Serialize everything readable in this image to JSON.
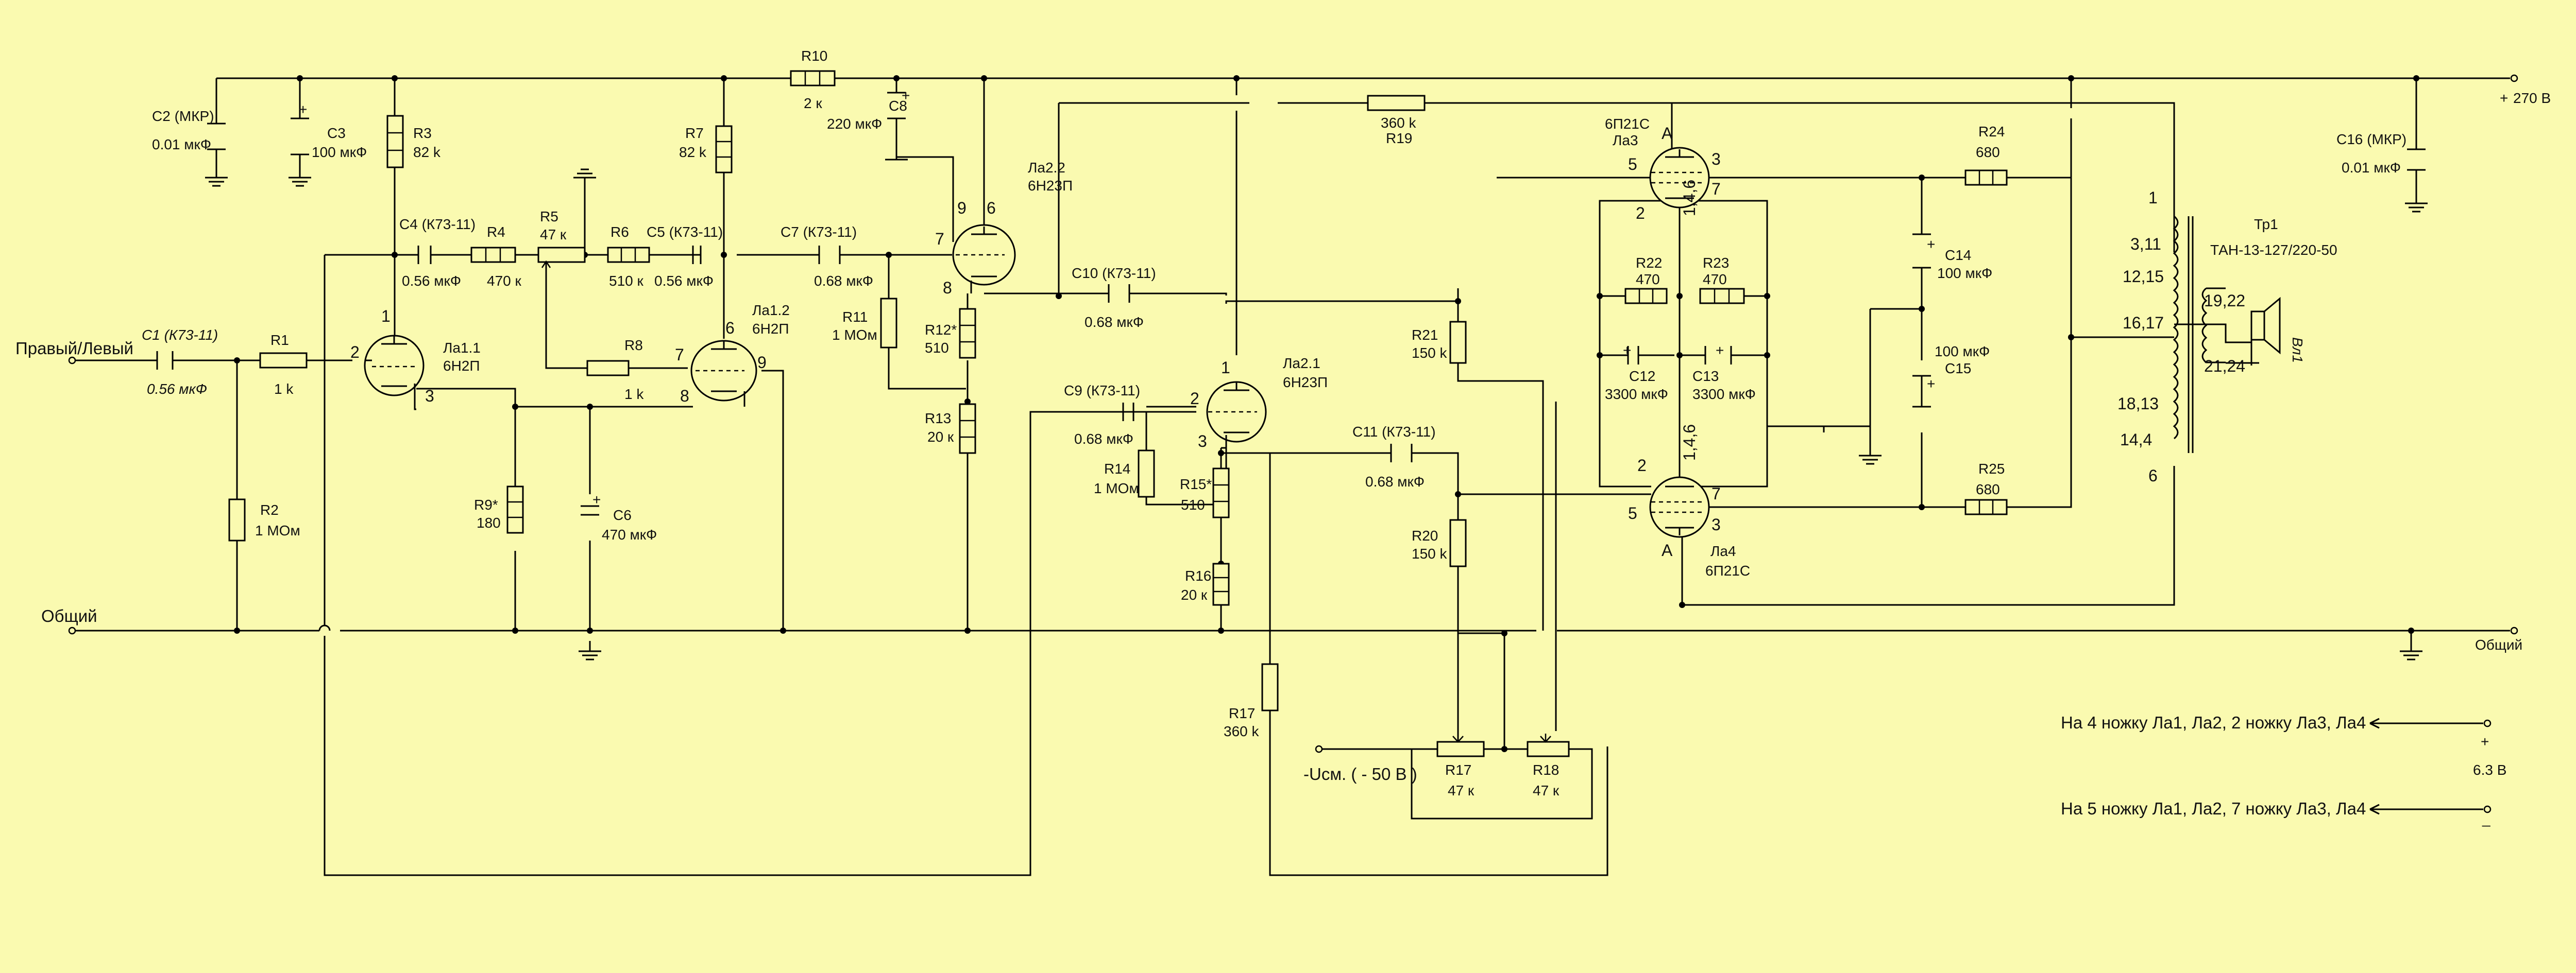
{
  "labels": {
    "input": "Правый/Левый",
    "common_left": "Общий",
    "common_right": "Общий",
    "supply": "270 В",
    "supply_sign": "+",
    "bias": "-Uсм. ( - 50 В )",
    "heater_plus_text": "На 4 ножку Ла1, Ла2, 2 ножку Ла3, Ла4",
    "heater_minus_text": "На 5 ножку Ла1, Ла2, 7 ножку Ла3, Ла4",
    "heater_voltage": "6.3 В",
    "heater_plus_sign": "+",
    "heater_minus_sign": "_"
  },
  "components": {
    "C1": {
      "ref": "C1 (К73-11)",
      "value": "0.56 мкФ"
    },
    "R1": {
      "ref": "R1",
      "value": "1 k"
    },
    "R2": {
      "ref": "R2",
      "value": "1 МОм"
    },
    "C2": {
      "ref": "C2 (МКР)",
      "value": "0.01 мкФ"
    },
    "C3": {
      "ref": "C3",
      "value": "100 мкФ",
      "pol": "+"
    },
    "R3": {
      "ref": "R3",
      "value": "82 k"
    },
    "C4": {
      "ref": "C4 (К73-11)",
      "value": "0.56 мкФ"
    },
    "R4": {
      "ref": "R4",
      "value": "470 к"
    },
    "R5": {
      "ref": "R5",
      "value": "47 к"
    },
    "R6": {
      "ref": "R6",
      "value": "510 к"
    },
    "C5": {
      "ref": "C5 (К73-11)",
      "value": "0.56 мкФ"
    },
    "R7": {
      "ref": "R7",
      "value": "82 k"
    },
    "R8": {
      "ref": "R8",
      "value": "1 k"
    },
    "R9": {
      "ref": "R9*",
      "value": "180"
    },
    "C6": {
      "ref": "C6",
      "value": "470 мкФ",
      "pol": "+"
    },
    "R10": {
      "ref": "R10",
      "value": "2 к"
    },
    "C8": {
      "ref": "C8",
      "value": "220 мкФ",
      "pol": "+"
    },
    "C7": {
      "ref": "C7 (К73-11)",
      "value": "0.68 мкФ"
    },
    "R11": {
      "ref": "R11",
      "value": "1 МОм"
    },
    "R12": {
      "ref": "R12*",
      "value": "510"
    },
    "R13": {
      "ref": "R13",
      "value": "20 к"
    },
    "C10": {
      "ref": "C10 (К73-11)",
      "value": "0.68 мкФ"
    },
    "C9": {
      "ref": "C9 (К73-11)",
      "value": "0.68 мкФ"
    },
    "R14": {
      "ref": "R14",
      "value": "1 МОм"
    },
    "R15": {
      "ref": "R15*",
      "value": "510"
    },
    "R16": {
      "ref": "R16",
      "value": "20 к"
    },
    "R17a": {
      "ref": "R17",
      "value": "360 k"
    },
    "R19": {
      "ref": "R19",
      "value": "360 k"
    },
    "C11": {
      "ref": "C11 (К73-11)",
      "value": "0.68 мкФ"
    },
    "R21": {
      "ref": "R21",
      "value": "150 k"
    },
    "R20": {
      "ref": "R20",
      "value": "150 k"
    },
    "R22": {
      "ref": "R22",
      "value": "470"
    },
    "R23": {
      "ref": "R23",
      "value": "470"
    },
    "C12": {
      "ref": "C12",
      "value": "3300 мкФ",
      "pol": "+"
    },
    "C13": {
      "ref": "C13",
      "value": "3300 мкФ",
      "pol": "+"
    },
    "R17": {
      "ref": "R17",
      "value": "47 к"
    },
    "R18": {
      "ref": "R18",
      "value": "47 к"
    },
    "R24": {
      "ref": "R24",
      "value": "680"
    },
    "R25": {
      "ref": "R25",
      "value": "680"
    },
    "C14": {
      "ref": "C14",
      "value": "100 мкФ",
      "pol": "+"
    },
    "C15": {
      "ref": "C15",
      "value": "100 мкФ",
      "pol": "+"
    },
    "C16": {
      "ref": "C16 (МКР)",
      "value": "0.01 мкФ"
    }
  },
  "tubes": {
    "La1_1": {
      "ref": "Ла1.1",
      "type": "6Н2П",
      "anode": "1",
      "grid": "2",
      "cathode": "3"
    },
    "La1_2": {
      "ref": "Ла1.2",
      "type": "6Н2П",
      "anode": "6",
      "grid": "7",
      "cathode": "8",
      "extra": "9"
    },
    "La2_2": {
      "ref": "Ла2.2",
      "type": "6Н23П",
      "anode": "6",
      "grid": "7",
      "cathode": "8",
      "extra": "9"
    },
    "La2_1": {
      "ref": "Ла2.1",
      "type": "6Н23П",
      "anode": "1",
      "grid": "2",
      "cathode": "3"
    },
    "La3": {
      "ref": "Ла3",
      "type": "6П21С",
      "anode_letter": "A",
      "grid1": "5",
      "g2": "3",
      "cathode": "7",
      "g1b": "2",
      "shared": "1,4,6"
    },
    "La4": {
      "ref": "Ла4",
      "type": "6П21С",
      "anode_letter": "A",
      "grid1": "5",
      "g2": "3",
      "cathode": "7",
      "g1b": "2",
      "shared": "1,4,6"
    }
  },
  "transformer": {
    "ref": "Тр1",
    "type": "ТАН-13-127/220-50",
    "pins": [
      "1",
      "3,11",
      "12,15",
      "16,17",
      "18,13",
      "14,4",
      "6"
    ],
    "secondary": [
      "19,22",
      "21,24"
    ],
    "speaker": "Вл1"
  }
}
